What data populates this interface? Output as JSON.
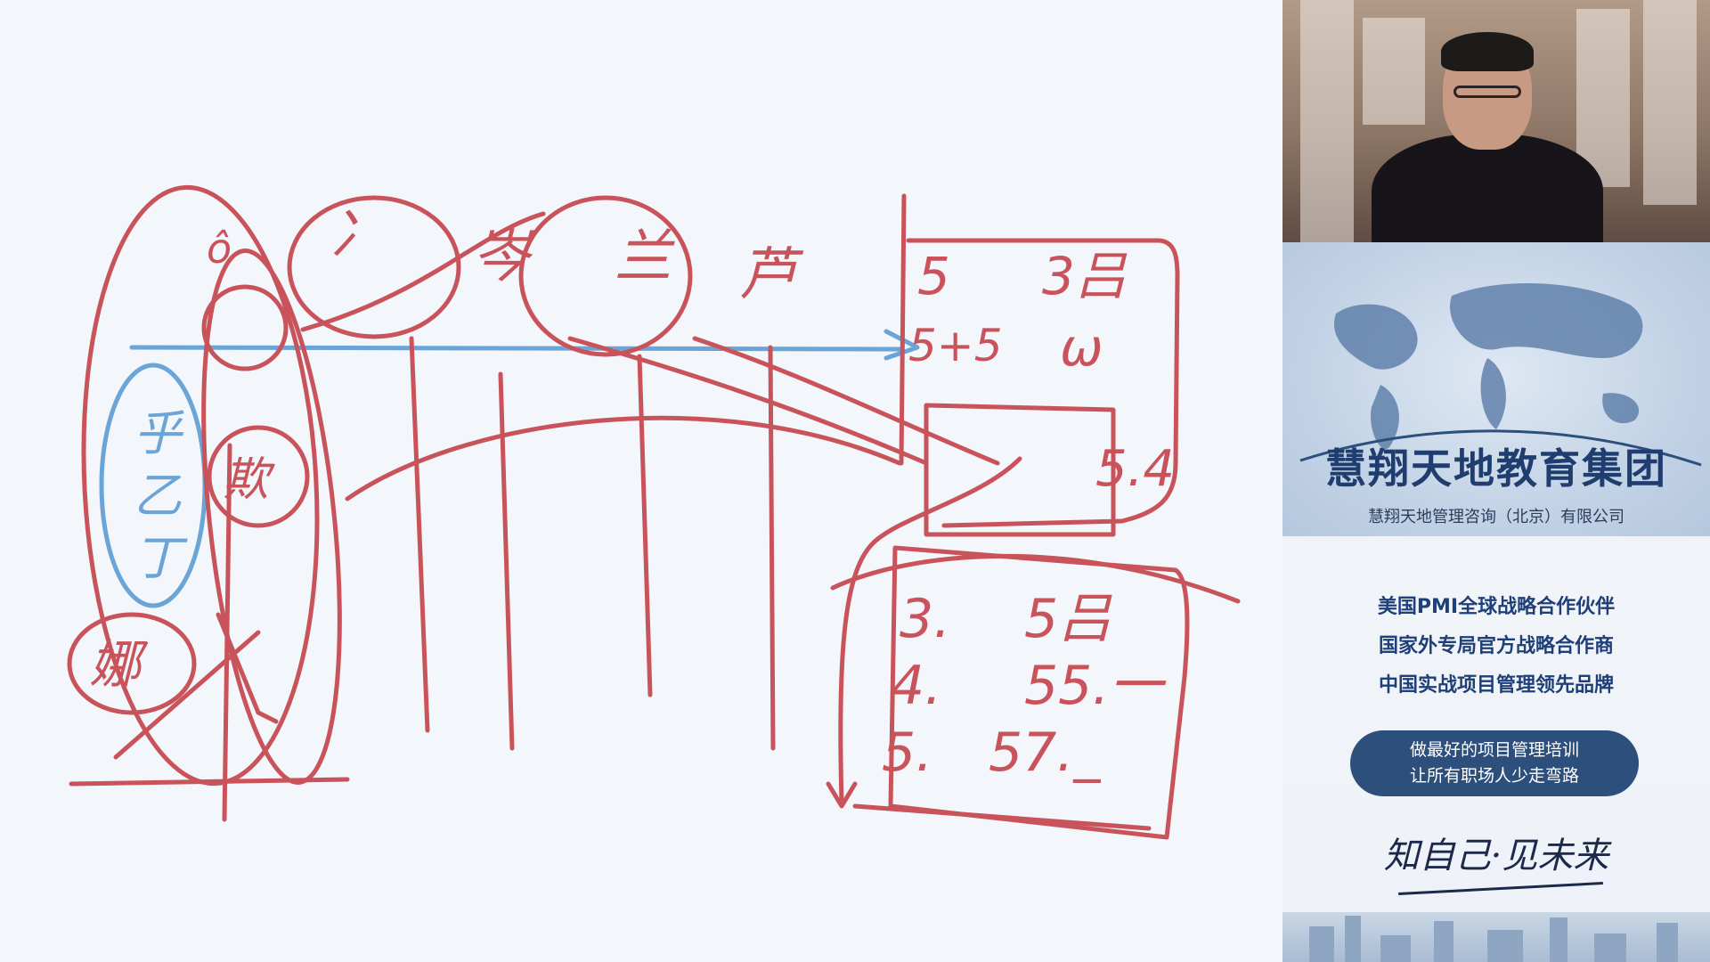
{
  "board": {
    "caption": "",
    "strokes": {
      "top_labels": [
        "ô",
        "冫",
        "岑",
        "兰",
        "芦"
      ],
      "blue_column": [
        "乎",
        "乙",
        "丁"
      ],
      "circled_left": [
        "欺",
        "娜"
      ],
      "right_box_top": [
        "5",
        "3吕",
        "5+5",
        "ω",
        "5.4"
      ],
      "right_box_bottom": [
        "3.",
        "5吕",
        "4.",
        "55.一",
        "5.",
        "57._"
      ]
    }
  },
  "side_panel": {
    "camera": {
      "label": "presenter-video"
    },
    "brand_title": "慧翔天地教育集团",
    "brand_subtitle": "慧翔天地管理咨询（北京）有限公司",
    "taglines": [
      "美国PMI全球战略合作伙伴",
      "国家外专局官方战略合作商",
      "中国实战项目管理领先品牌"
    ],
    "pill": {
      "line1": "做最好的项目管理培训",
      "line2": "让所有职场人少走弯路"
    },
    "slogan": "知自己·见未来"
  },
  "colors": {
    "ink_red": "#c9535a",
    "ink_blue": "#6ba4d6",
    "brand_navy": "#1f3d6e",
    "pill_bg": "#2c4f7c"
  }
}
